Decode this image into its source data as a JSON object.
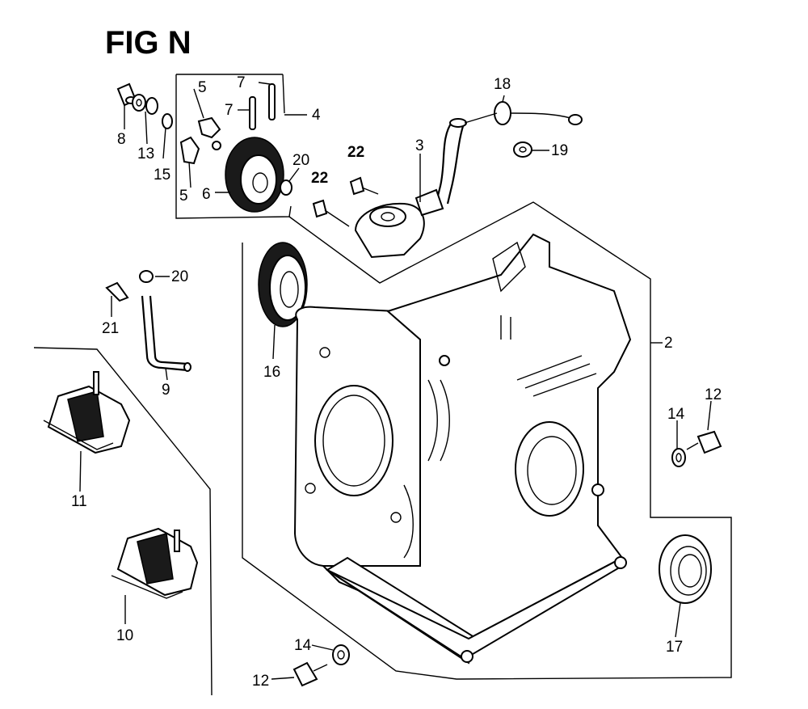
{
  "figure_title": "FIG N",
  "callouts": {
    "c2": "2",
    "c3": "3",
    "c4": "4",
    "c5a": "5",
    "c5b": "5",
    "c6": "6",
    "c7a": "7",
    "c7b": "7",
    "c8": "8",
    "c9": "9",
    "c10": "10",
    "c11": "11",
    "c12a": "12",
    "c12b": "12",
    "c13": "13",
    "c14a": "14",
    "c14b": "14",
    "c15": "15",
    "c16": "16",
    "c17": "17",
    "c18": "18",
    "c19": "19",
    "c20a": "20",
    "c20b": "20",
    "c21": "21",
    "c22a": "22",
    "c22b": "22"
  }
}
